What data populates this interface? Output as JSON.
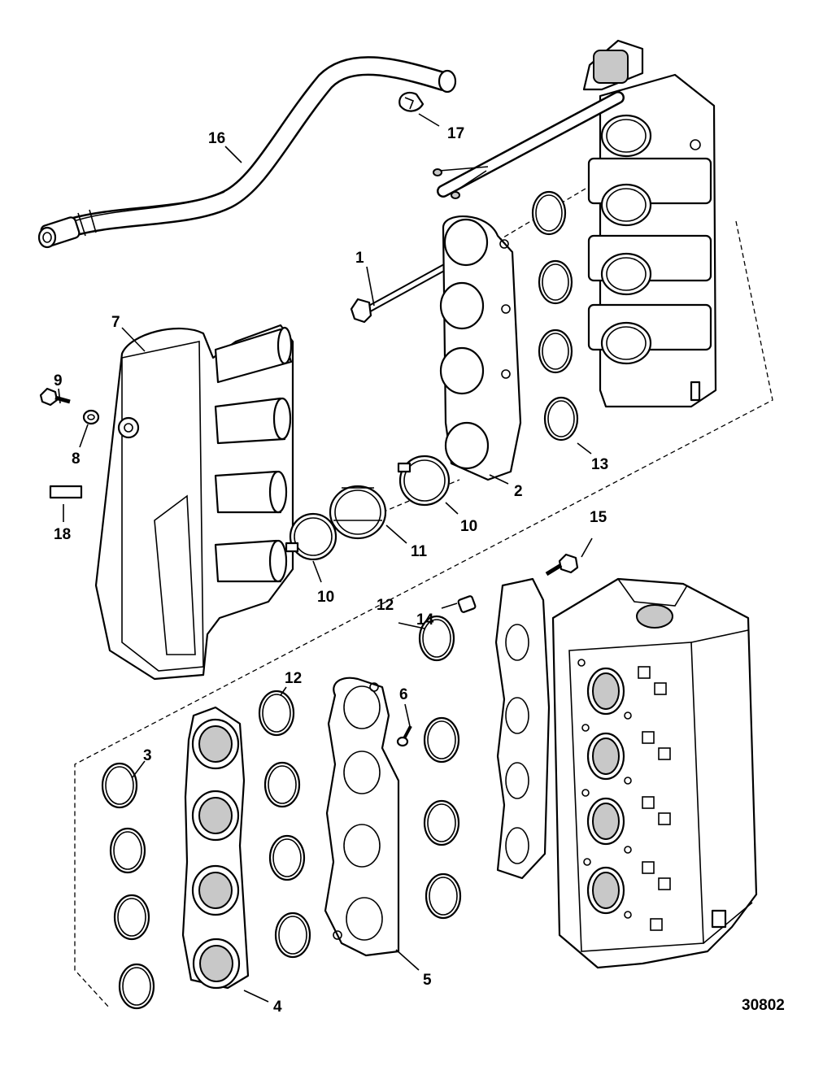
{
  "callouts": [
    {
      "id": "1",
      "label": "1"
    },
    {
      "id": "2",
      "label": "2"
    },
    {
      "id": "3",
      "label": "3"
    },
    {
      "id": "4",
      "label": "4"
    },
    {
      "id": "5",
      "label": "5"
    },
    {
      "id": "6",
      "label": "6"
    },
    {
      "id": "7",
      "label": "7"
    },
    {
      "id": "8",
      "label": "8"
    },
    {
      "id": "9",
      "label": "9"
    },
    {
      "id": "10a",
      "label": "10"
    },
    {
      "id": "10b",
      "label": "10"
    },
    {
      "id": "11",
      "label": "11"
    },
    {
      "id": "12a",
      "label": "12"
    },
    {
      "id": "12b",
      "label": "12"
    },
    {
      "id": "13",
      "label": "13"
    },
    {
      "id": "14",
      "label": "14"
    },
    {
      "id": "15",
      "label": "15"
    },
    {
      "id": "16",
      "label": "16"
    },
    {
      "id": "17",
      "label": "17"
    },
    {
      "id": "18",
      "label": "18"
    }
  ],
  "figure_number": "30802"
}
